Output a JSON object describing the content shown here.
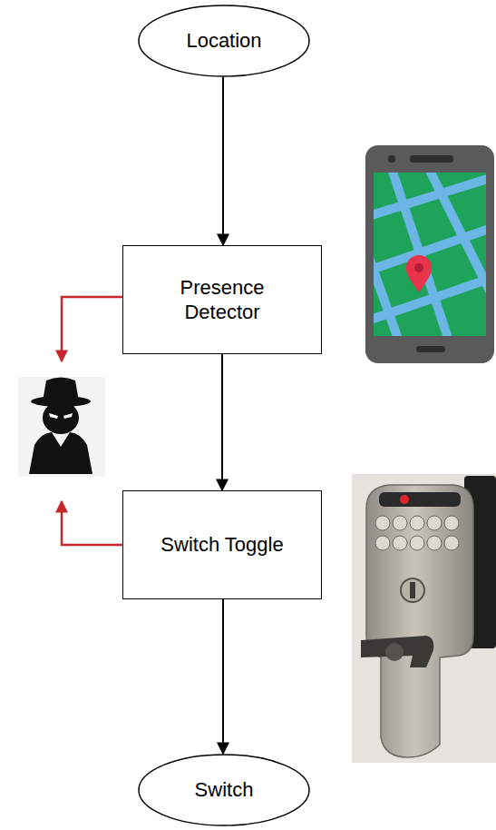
{
  "diagram": {
    "nodes": [
      {
        "text": [
          "Location"
        ]
      },
      {
        "text": [
          "Presence Detector"
        ]
      },
      {
        "text": [
          "Switch Toggle"
        ]
      },
      {
        "text": [
          "Switch"
        ]
      }
    ],
    "edges": [
      {
        "from": 0,
        "to": 1,
        "arrow": "to"
      },
      {
        "from": 1,
        "to": 2,
        "arrow": "to"
      },
      {
        "from": 2,
        "to": 3,
        "arrow": "to"
      }
    ]
  }
}
